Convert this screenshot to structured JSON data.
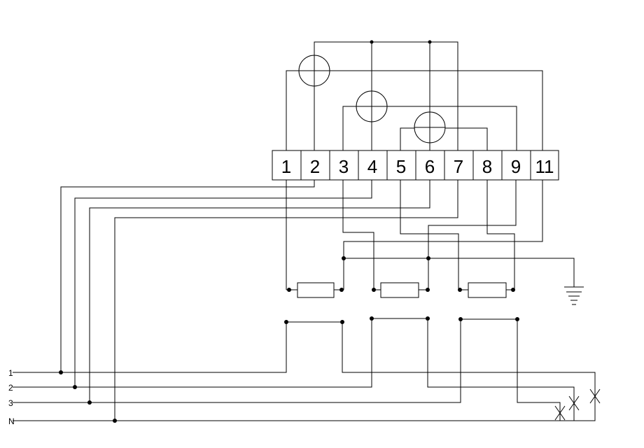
{
  "terminals": [
    "1",
    "2",
    "3",
    "4",
    "5",
    "6",
    "7",
    "8",
    "9",
    "11"
  ],
  "line_labels": [
    "1",
    "2",
    "3",
    "N"
  ],
  "icons": {
    "current_coil": "circle-with-cross",
    "resistor": "rectangle",
    "ground": "ground-symbol",
    "fuse": "x-mark"
  },
  "colors": {
    "stroke": "#000000",
    "background": "#ffffff"
  }
}
